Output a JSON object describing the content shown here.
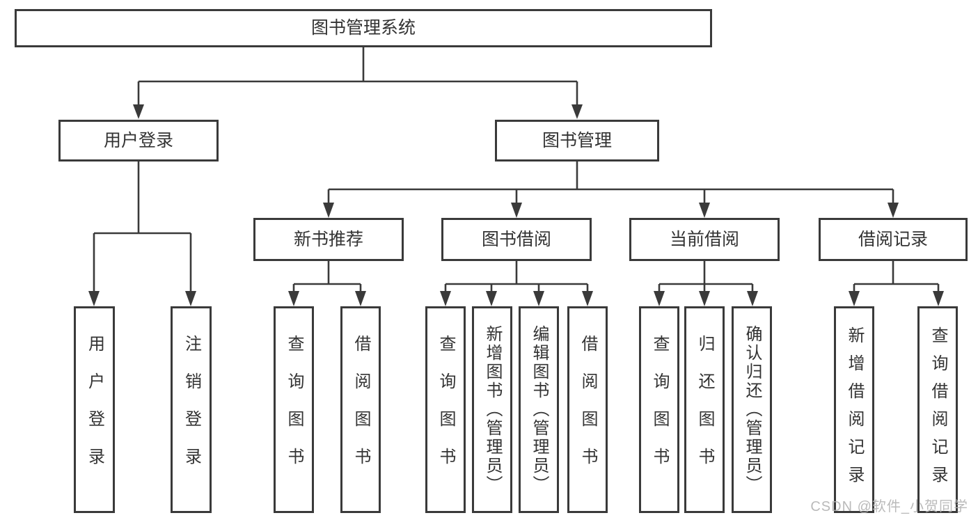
{
  "diagram": {
    "root": {
      "label": "图书管理系统"
    },
    "level2": [
      {
        "label": "用户登录"
      },
      {
        "label": "图书管理"
      }
    ],
    "level3": [
      {
        "label": "新书推荐",
        "parent": "图书管理"
      },
      {
        "label": "图书借阅",
        "parent": "图书管理"
      },
      {
        "label": "当前借阅",
        "parent": "图书管理"
      },
      {
        "label": "借阅记录",
        "parent": "图书管理"
      }
    ],
    "leaves": [
      {
        "label": "用户登录",
        "parent": "用户登录"
      },
      {
        "label": "注销登录",
        "parent": "用户登录"
      },
      {
        "label": "查询图书",
        "parent": "新书推荐"
      },
      {
        "label": "借阅图书",
        "parent": "新书推荐"
      },
      {
        "label": "查询图书",
        "parent": "图书借阅"
      },
      {
        "label": "新增图书（管理员）",
        "parent": "图书借阅"
      },
      {
        "label": "编辑图书（管理员）",
        "parent": "图书借阅"
      },
      {
        "label": "借阅图书",
        "parent": "图书借阅"
      },
      {
        "label": "查询图书",
        "parent": "当前借阅"
      },
      {
        "label": "归还图书",
        "parent": "当前借阅"
      },
      {
        "label": "确认归还（管理员）",
        "parent": "当前借阅"
      },
      {
        "label": "新增借阅记录",
        "parent": "借阅记录"
      },
      {
        "label": "查询借阅记录",
        "parent": "借阅记录"
      }
    ],
    "watermark": "CSDN @软件_小贺同学",
    "colors": {
      "line": "#3a3a3a",
      "text": "#333333",
      "background": "#ffffff",
      "watermark": "#b3b3b3"
    }
  }
}
